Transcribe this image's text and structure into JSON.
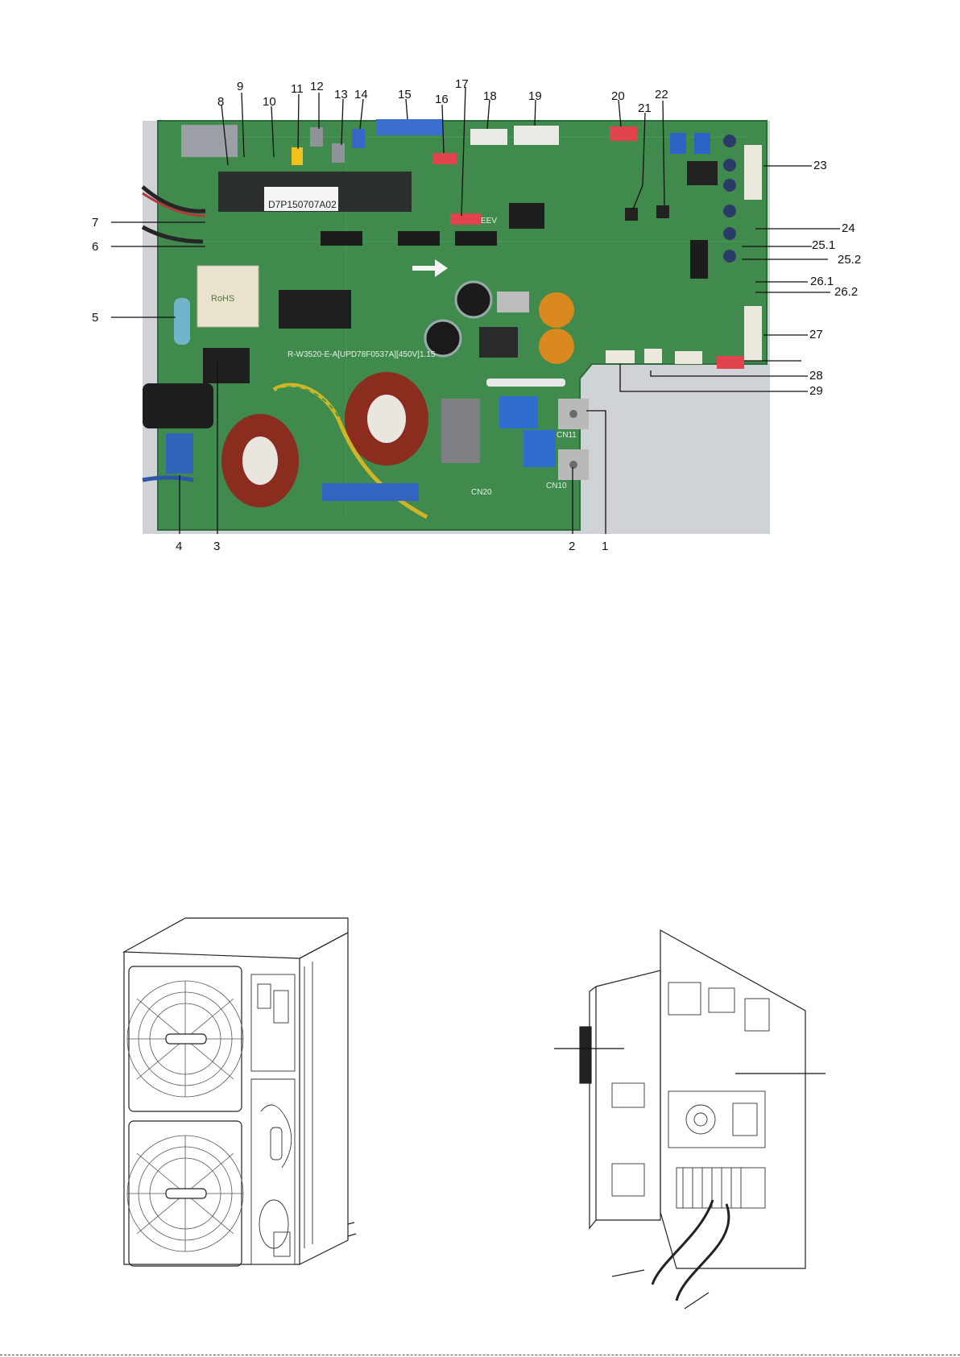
{
  "pcb_photo": {
    "callouts": [
      "1",
      "2",
      "3",
      "4",
      "5",
      "6",
      "7",
      "8",
      "9",
      "10",
      "11",
      "12",
      "13",
      "14",
      "15",
      "16",
      "17",
      "18",
      "19",
      "20",
      "21",
      "22",
      "23",
      "24",
      "25.1",
      "25.2",
      "26.1",
      "26.2",
      "27",
      "28",
      "29"
    ],
    "silkscreen": {
      "board_id": "D7P150707A02",
      "model": "R-W3520-E-A[UPD78F0537A][450V]1.15",
      "cn11": "CN11",
      "cn10": "CN10",
      "cn20": "CN20",
      "eev": "EEV",
      "rohs": "RoHS"
    }
  },
  "outdoor_unit_drawing": {},
  "control_box_drawing": {}
}
